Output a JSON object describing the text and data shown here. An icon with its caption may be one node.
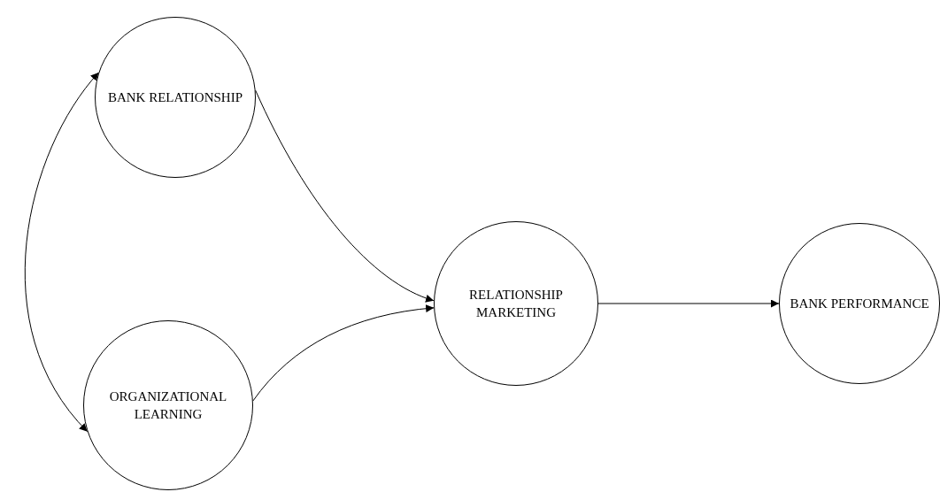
{
  "diagram": {
    "nodes": [
      {
        "text": [
          "BANK RELATIONSHIP"
        ]
      },
      {
        "text": [
          "ORGANIZATIONAL LEARNING"
        ]
      },
      {
        "text": [
          "RELATIONSHIP MARKETING"
        ]
      },
      {
        "text": [
          "BANK PERFORMANCE"
        ]
      }
    ],
    "edges": [
      {
        "from": 0,
        "to": 1,
        "arrow": "both"
      },
      {
        "from": 0,
        "to": 2,
        "arrow": "to"
      },
      {
        "from": 1,
        "to": 2,
        "arrow": "to"
      },
      {
        "from": 2,
        "to": 3,
        "arrow": "to"
      }
    ]
  }
}
